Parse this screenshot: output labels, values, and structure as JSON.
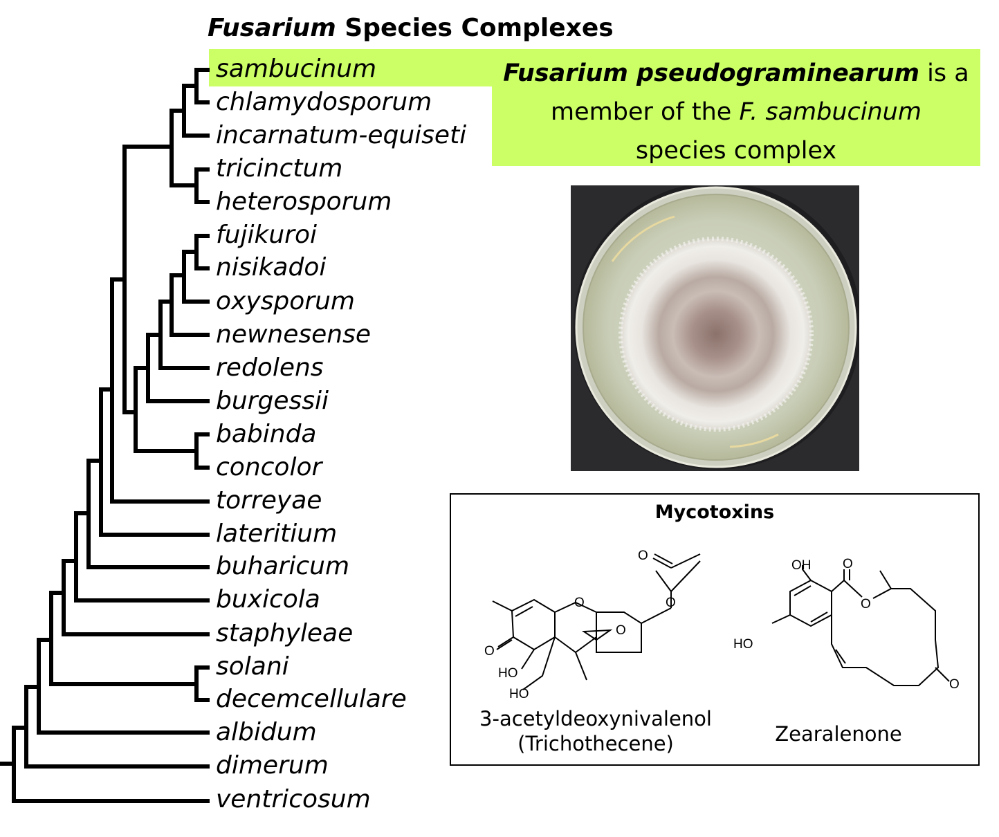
{
  "title": {
    "genus": "Fusarium",
    "rest": "Species Complexes"
  },
  "leaves": [
    "sambucinum",
    "chlamydosporum",
    "incarnatum-equiseti",
    "tricinctum",
    "heterosporum",
    "fujikuroi",
    "nisikadoi",
    "oxysporum",
    "newnesense",
    "redolens",
    "burgessii",
    "babinda",
    "concolor",
    "torreyae",
    "lateritium",
    "buharicum",
    "buxicola",
    "staphyleae",
    "solani",
    "decemcellulare",
    "albidum",
    "dimerum",
    "ventricosum"
  ],
  "highlight": {
    "species": "Fusarium pseudograminearum",
    "line1_end": "is a",
    "line2_start": "member of the",
    "complex": "F. sambucinum",
    "line3": "species complex",
    "color": "#ccff66"
  },
  "photo": {
    "subject": "petri-dish-culture"
  },
  "mycotoxins": {
    "title": "Mycotoxins",
    "compound1": {
      "name": "3-acetyldeoxynivalenol",
      "class": "(Trichothecene)"
    },
    "compound2": {
      "name": "Zearalenone"
    },
    "atom_labels": {
      "oxygen": "O",
      "hydroxyl_left": "HO",
      "hydroxyl_right": "OH"
    }
  }
}
